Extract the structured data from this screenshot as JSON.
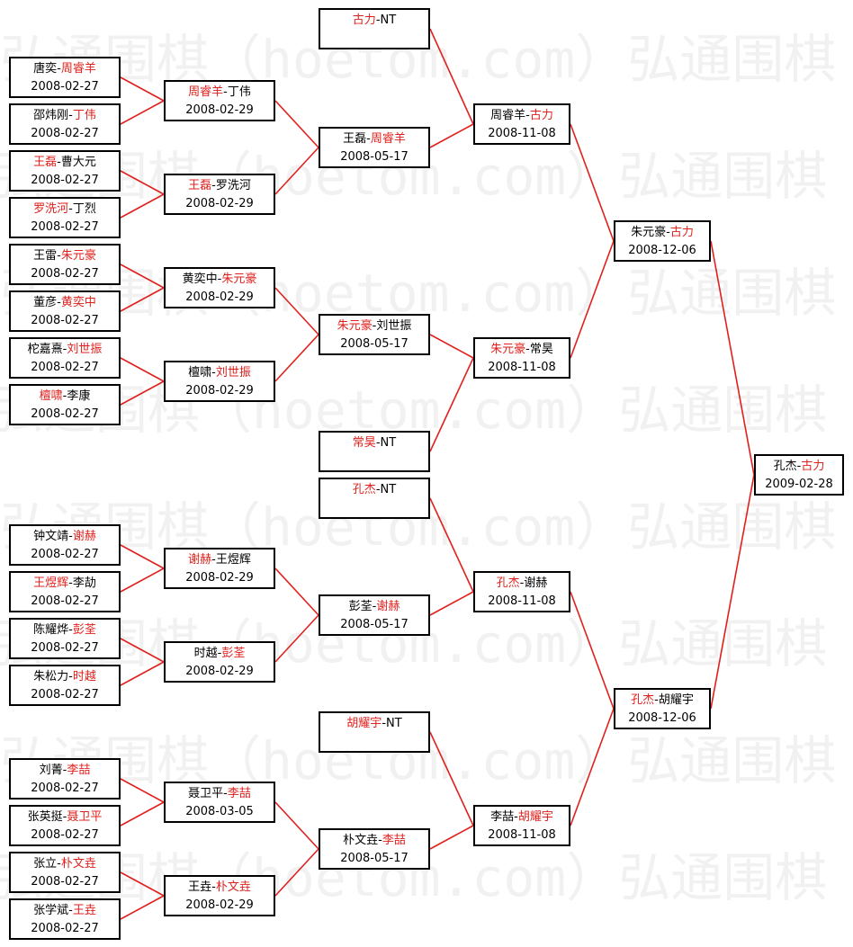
{
  "watermark": "弘通围棋（hoetom.com）弘通围棋（hoetom.com）",
  "colors": {
    "winner": "#e0201c",
    "line": "#e0201c",
    "border": "#000000"
  },
  "matches": [
    {
      "id": "r1-1",
      "p1": "唐奕",
      "p2": "周睿羊",
      "winner": 2,
      "date": "2008-02-27"
    },
    {
      "id": "r1-2",
      "p1": "邵炜刚",
      "p2": "丁伟",
      "winner": 2,
      "date": "2008-02-27"
    },
    {
      "id": "r1-3",
      "p1": "王磊",
      "p2": "曹大元",
      "winner": 1,
      "date": "2008-02-27"
    },
    {
      "id": "r1-4",
      "p1": "罗洗河",
      "p2": "丁烈",
      "winner": 1,
      "date": "2008-02-27"
    },
    {
      "id": "r1-5",
      "p1": "王雷",
      "p2": "朱元豪",
      "winner": 2,
      "date": "2008-02-27"
    },
    {
      "id": "r1-6",
      "p1": "董彦",
      "p2": "黄奕中",
      "winner": 2,
      "date": "2008-02-27"
    },
    {
      "id": "r1-7",
      "p1": "柁嘉熹",
      "p2": "刘世振",
      "winner": 2,
      "date": "2008-02-27"
    },
    {
      "id": "r1-8",
      "p1": "檀啸",
      "p2": "李康",
      "winner": 1,
      "date": "2008-02-27"
    },
    {
      "id": "r1-9",
      "p1": "钟文靖",
      "p2": "谢赫",
      "winner": 2,
      "date": "2008-02-27"
    },
    {
      "id": "r1-10",
      "p1": "王煜辉",
      "p2": "李劼",
      "winner": 1,
      "date": "2008-02-27"
    },
    {
      "id": "r1-11",
      "p1": "陈耀烨",
      "p2": "彭荃",
      "winner": 2,
      "date": "2008-02-27"
    },
    {
      "id": "r1-12",
      "p1": "朱松力",
      "p2": "时越",
      "winner": 2,
      "date": "2008-02-27"
    },
    {
      "id": "r1-13",
      "p1": "刘菁",
      "p2": "李喆",
      "winner": 2,
      "date": "2008-02-27"
    },
    {
      "id": "r1-14",
      "p1": "张英挺",
      "p2": "聂卫平",
      "winner": 2,
      "date": "2008-02-27"
    },
    {
      "id": "r1-15",
      "p1": "张立",
      "p2": "朴文垚",
      "winner": 2,
      "date": "2008-02-27"
    },
    {
      "id": "r1-16",
      "p1": "张学斌",
      "p2": "王垚",
      "winner": 2,
      "date": "2008-02-27"
    },
    {
      "id": "r2-1",
      "p1": "周睿羊",
      "p2": "丁伟",
      "winner": 1,
      "date": "2008-02-29"
    },
    {
      "id": "r2-2",
      "p1": "王磊",
      "p2": "罗洗河",
      "winner": 1,
      "date": "2008-02-29"
    },
    {
      "id": "r2-3",
      "p1": "黄奕中",
      "p2": "朱元豪",
      "winner": 2,
      "date": "2008-02-29"
    },
    {
      "id": "r2-4",
      "p1": "檀啸",
      "p2": "刘世振",
      "winner": 2,
      "date": "2008-02-29"
    },
    {
      "id": "r2-5",
      "p1": "谢赫",
      "p2": "王煜辉",
      "winner": 1,
      "date": "2008-02-29"
    },
    {
      "id": "r2-6",
      "p1": "时越",
      "p2": "彭荃",
      "winner": 2,
      "date": "2008-02-29"
    },
    {
      "id": "r2-7",
      "p1": "聂卫平",
      "p2": "李喆",
      "winner": 2,
      "date": "2008-03-05"
    },
    {
      "id": "r2-8",
      "p1": "王垚",
      "p2": "朴文垚",
      "winner": 2,
      "date": "2008-02-29"
    },
    {
      "id": "seed-1",
      "p1": "古力",
      "p2": "NT",
      "winner": 1,
      "date": ""
    },
    {
      "id": "r3-1",
      "p1": "王磊",
      "p2": "周睿羊",
      "winner": 2,
      "date": "2008-05-17"
    },
    {
      "id": "r3-2",
      "p1": "朱元豪",
      "p2": "刘世振",
      "winner": 1,
      "date": "2008-05-17"
    },
    {
      "id": "seed-2",
      "p1": "常昊",
      "p2": "NT",
      "winner": 1,
      "date": ""
    },
    {
      "id": "seed-3",
      "p1": "孔杰",
      "p2": "NT",
      "winner": 1,
      "date": ""
    },
    {
      "id": "r3-3",
      "p1": "彭荃",
      "p2": "谢赫",
      "winner": 2,
      "date": "2008-05-17"
    },
    {
      "id": "seed-4",
      "p1": "胡耀宇",
      "p2": "NT",
      "winner": 1,
      "date": ""
    },
    {
      "id": "r3-4",
      "p1": "朴文垚",
      "p2": "李喆",
      "winner": 2,
      "date": "2008-05-17"
    },
    {
      "id": "r4-1",
      "p1": "周睿羊",
      "p2": "古力",
      "winner": 2,
      "date": "2008-11-08"
    },
    {
      "id": "r4-2",
      "p1": "朱元豪",
      "p2": "常昊",
      "winner": 1,
      "date": "2008-11-08"
    },
    {
      "id": "r4-3",
      "p1": "孔杰",
      "p2": "谢赫",
      "winner": 1,
      "date": "2008-11-08"
    },
    {
      "id": "r4-4",
      "p1": "李喆",
      "p2": "胡耀宇",
      "winner": 2,
      "date": "2008-11-08"
    },
    {
      "id": "r5-1",
      "p1": "朱元豪",
      "p2": "古力",
      "winner": 2,
      "date": "2008-12-06"
    },
    {
      "id": "r5-2",
      "p1": "孔杰",
      "p2": "胡耀宇",
      "winner": 1,
      "date": "2008-12-06"
    },
    {
      "id": "final",
      "p1": "孔杰",
      "p2": "古力",
      "winner": 2,
      "date": "2009-02-28"
    }
  ]
}
